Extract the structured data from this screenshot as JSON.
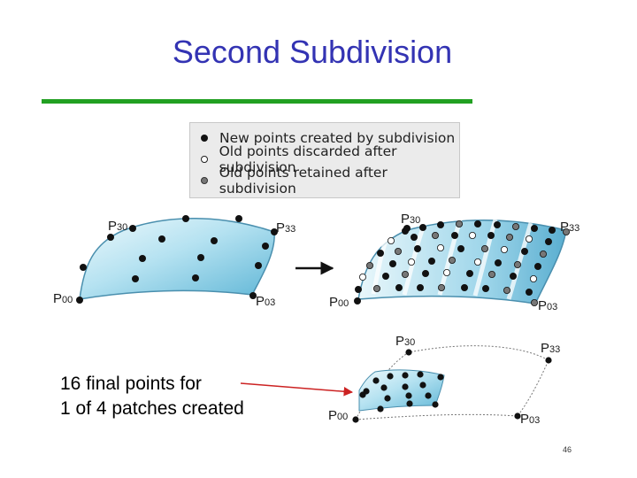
{
  "title": "Second Subdivision",
  "legend": {
    "new_label": "New points created by subdivision",
    "discarded_label": "Old points discarded after subdivision",
    "retained_label": "Old points retained after subdivision"
  },
  "labels": {
    "p30": {
      "main": "P",
      "sub": "30"
    },
    "p33": {
      "main": "P",
      "sub": "33"
    },
    "p00": {
      "main": "P",
      "sub": "00"
    },
    "p03": {
      "main": "P",
      "sub": "03"
    }
  },
  "caption": {
    "line1": "16 final points for",
    "line2": "1 of 4 patches created"
  },
  "page_number": "46",
  "colors": {
    "title": "#3333b3",
    "rule": "#22a022",
    "arrow": "#cc2222",
    "patch_light": "#e8f6fb",
    "patch_dark": "#6fbfdc"
  }
}
